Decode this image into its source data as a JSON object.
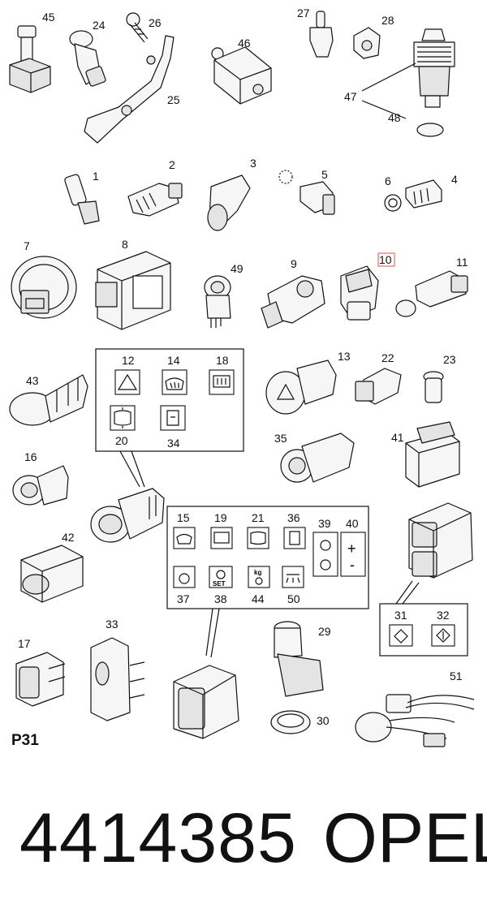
{
  "diagram": {
    "sheet_label": "P31",
    "part_number": "4414385",
    "brand": "OPEL",
    "callouts": {
      "c45": "45",
      "c24": "24",
      "c26": "26",
      "c25": "25",
      "c46": "46",
      "c27": "27",
      "c28": "28",
      "c47": "47",
      "c48": "48",
      "c1": "1",
      "c2": "2",
      "c3": "3",
      "c5": "5",
      "c6": "6",
      "c4": "4",
      "c7": "7",
      "c8": "8",
      "c49": "49",
      "c9": "9",
      "c10": "10",
      "c11": "11",
      "c43": "43",
      "c13": "13",
      "c22": "22",
      "c23": "23",
      "c12": "12",
      "c14": "14",
      "c18": "18",
      "c20": "20",
      "c34": "34",
      "c16": "16",
      "c35": "35",
      "c41": "41",
      "c42": "42",
      "c15": "15",
      "c19": "19",
      "c21": "21",
      "c36": "36",
      "c39": "39",
      "c40": "40",
      "c37": "37",
      "c38": "38",
      "c44": "44",
      "c50": "50",
      "c31": "31",
      "c32": "32",
      "c17": "17",
      "c33": "33",
      "c29": "29",
      "c30": "30",
      "c51": "51"
    },
    "icon_glyphs": {
      "plus": "+",
      "minus": "-",
      "set": "SET",
      "kg": "kg"
    },
    "colors": {
      "highlight_box": "#d9534f",
      "line": "#111111"
    }
  }
}
